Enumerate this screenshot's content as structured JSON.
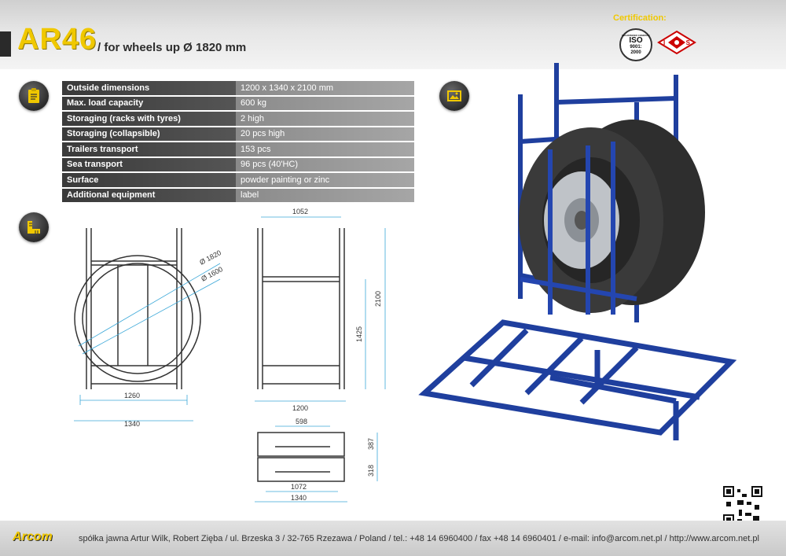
{
  "header": {
    "model": "AR46",
    "subtitle": "/ for wheels up Ø 1820 mm",
    "certification_title": "Certification:",
    "iso_badge": {
      "top": "REGISTERED COMPANY",
      "main": "ISO",
      "line1": "9001:",
      "line2": "2000"
    },
    "ios_badge": {
      "letters": [
        "I",
        "O",
        "S"
      ]
    }
  },
  "specs": [
    {
      "label": "Outside dimensions",
      "value": "1200 x 1340 x 2100 mm"
    },
    {
      "label": "Max. load capacity",
      "value": "600 kg"
    },
    {
      "label": "Storaging (racks with tyres)",
      "value": "2 high"
    },
    {
      "label": "Storaging (collapsible)",
      "value": "20 pcs high"
    },
    {
      "label": "Trailers transport",
      "value": "153 pcs"
    },
    {
      "label": "Sea transport",
      "value": "96 pcs (40'HC)"
    },
    {
      "label": "Surface",
      "value": "powder painting or zinc"
    },
    {
      "label": "Additional equipment",
      "value": "label"
    }
  ],
  "icons": {
    "specs": "clipboard-icon",
    "drawings": "ruler-icon",
    "photo": "image-icon"
  },
  "drawings": {
    "front": {
      "d1": "Ø 1820",
      "d2": "Ø 1600",
      "w1": "1260",
      "w2": "1340"
    },
    "side": {
      "top": "1052",
      "h1": "1425",
      "h2": "2100",
      "w": "1200"
    },
    "folded": {
      "top": "598",
      "h1": "387",
      "h2": "318",
      "w1": "1072",
      "w2": "1340"
    }
  },
  "footer": {
    "logo": "Arcom",
    "text": "spółka jawna Artur Wilk, Robert Zięba / ul. Brzeska 3 / 32-765 Rzezawa / Poland / tel.: +48 14 6960400 / fax +48 14 6960401 / e-mail: info@arcom.net.pl / http://www.arcom.net.pl"
  },
  "colors": {
    "accent": "#f0c800",
    "rack_blue": "#1f3f9e",
    "dim_line": "#3ba8d8"
  }
}
